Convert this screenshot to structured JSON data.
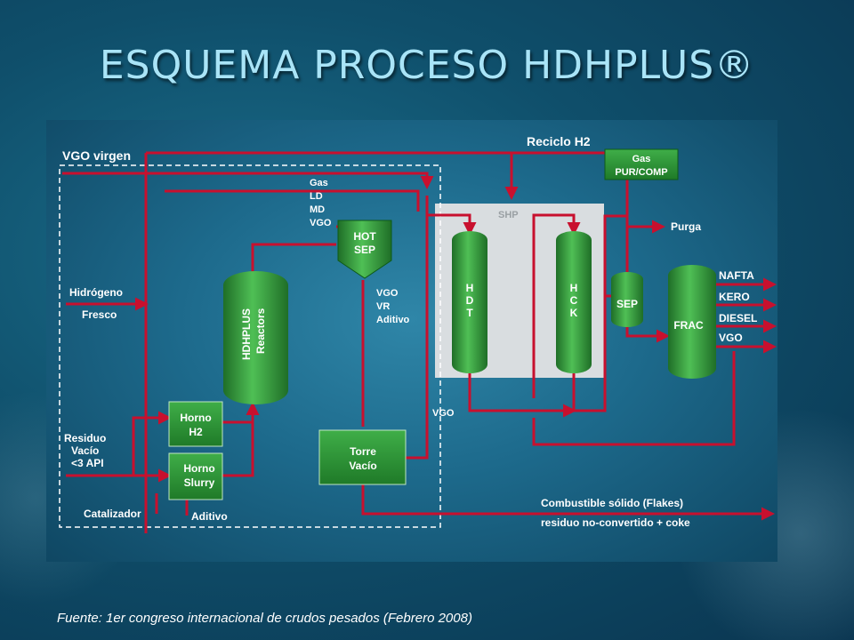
{
  "title": "ESQUEMA PROCESO HDHPLUS®",
  "source": "Fuente: 1er congreso internacional de crudos pesados (Febrero 2008)",
  "diagram": {
    "reciclo": "Reciclo H2",
    "vgo_virgen": "VGO virgen",
    "gas_pur": [
      "Gas",
      "PUR/COMP"
    ],
    "shp": "SHP",
    "purga": "Purga",
    "products_hot": [
      "Gas",
      "LD",
      "MD",
      "VGO"
    ],
    "hot_sep": [
      "HOT",
      "SEP"
    ],
    "hidrogeno": "Hidrógeno",
    "fresco": "Fresco",
    "reactors": [
      "HDHPLUS",
      "Reactors"
    ],
    "vgo_vr": [
      "VGO",
      "VR",
      "Aditivo"
    ],
    "hdt": [
      "H",
      "D",
      "T"
    ],
    "hck": [
      "H",
      "C",
      "K"
    ],
    "sep": "SEP",
    "frac": "FRAC",
    "frac_products": [
      "NAFTA",
      "KERO",
      "DIESEL",
      "VGO"
    ],
    "vgo_label": "VGO",
    "horno_h2": [
      "Horno",
      "H2"
    ],
    "horno_slurry": [
      "Horno",
      "Slurry"
    ],
    "residuo": [
      "Residuo",
      "Vacío",
      "<3 API"
    ],
    "torre": [
      "Torre",
      "Vacío"
    ],
    "catalizador": "Catalizador",
    "aditivo": "Aditivo",
    "combustible": "Combustible sólido (Flakes)",
    "residuo_noconv": "residuo no-convertido + coke"
  },
  "colors": {
    "line": "#c8102e",
    "vessel": "#2f9a3a",
    "box": "#2e8f36",
    "shp_bg": "#d9dde0",
    "title": "#a9e4f7"
  }
}
